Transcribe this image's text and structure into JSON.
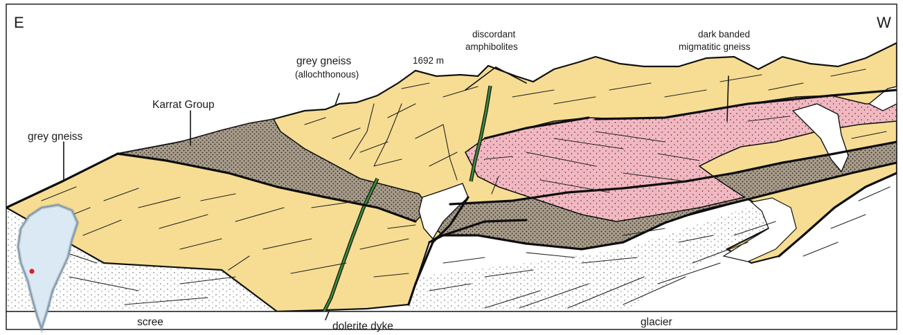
{
  "labels": {
    "east": "E",
    "west": "W",
    "grey_gneiss_left": "grey gneiss",
    "karrat_group": "Karrat Group",
    "grey_gneiss_allo": "grey gneiss",
    "allochthonous": "(allochthonous)",
    "altitude": "1692 m",
    "discordant_1": "discordant",
    "discordant_2": "amphibolites",
    "dark_banded_1": "dark banded",
    "dark_banded_2": "migmatitic gneiss",
    "scree": "scree",
    "dolerite_dyke": "dolerite dyke",
    "glacier": "glacier"
  },
  "colors": {
    "gneiss_yellow": "#f6dd93",
    "karrat_brown": "#a89c8b",
    "migmatite_pink": "#f2b8c2",
    "dyke_green": "#3a8a3a",
    "scree_white": "#ffffff",
    "ice_blue": "#dbe9f4",
    "outline": "#111111"
  },
  "inset_map": {
    "icon": "greenland-locator-icon",
    "marker": "location-dot"
  }
}
